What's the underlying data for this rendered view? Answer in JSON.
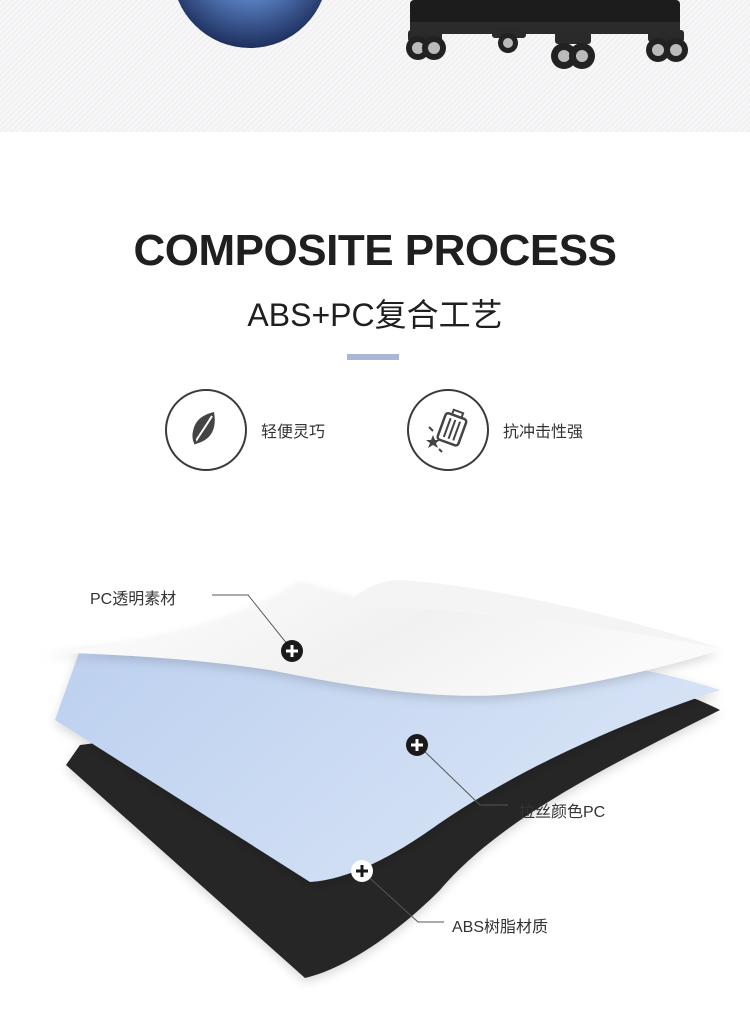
{
  "header": {
    "title_en": "COMPOSITE PROCESS",
    "title_cn": "ABS+PC复合工艺"
  },
  "features": [
    {
      "label": "轻便灵巧",
      "icon": "leaf-icon"
    },
    {
      "label": "抗冲击性强",
      "icon": "luggage-impact-icon"
    }
  ],
  "layers": [
    {
      "label": "PC透明素材",
      "color": "#f4f4f4"
    },
    {
      "label": "拉丝颜色PC",
      "color": "#c8d8f2"
    },
    {
      "label": "ABS树脂材质",
      "color": "#2a2a2a"
    }
  ],
  "colors": {
    "accent_divider": "#a9b7d9",
    "text_dark": "#1f1f1f"
  }
}
